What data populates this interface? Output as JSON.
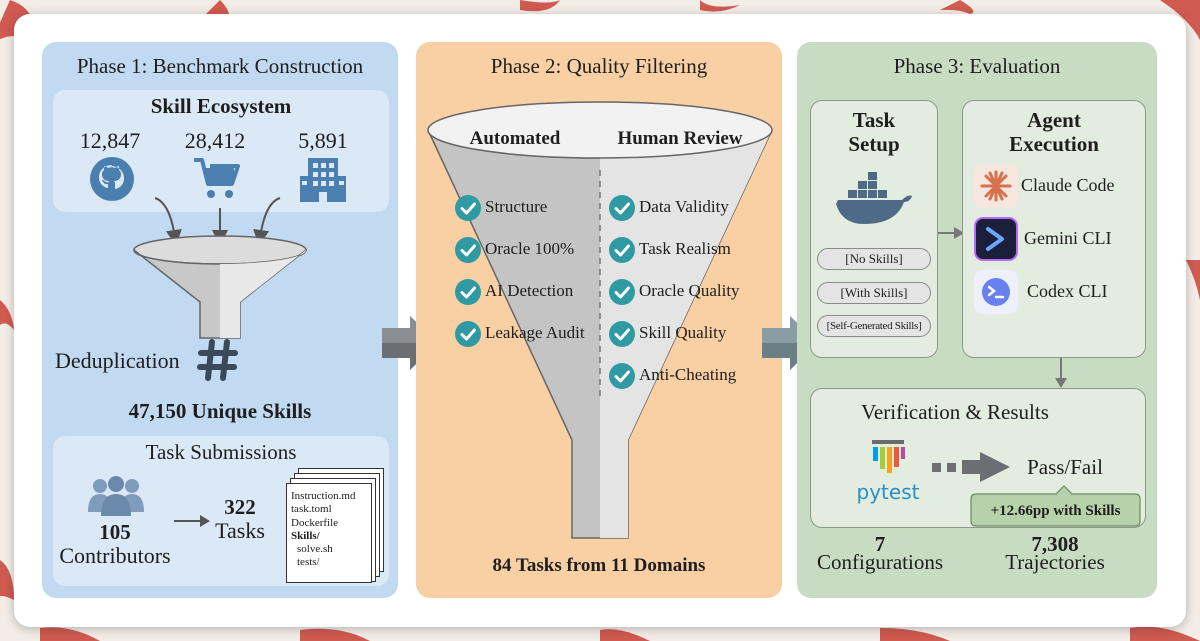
{
  "phase1": {
    "title": "Phase 1: Benchmark Construction",
    "ecosystem": {
      "title": "Skill Ecosystem",
      "sources": [
        {
          "count": "12,847",
          "icon": "github-icon"
        },
        {
          "count": "28,412",
          "icon": "shopping-cart-icon"
        },
        {
          "count": "5,891",
          "icon": "building-icon"
        }
      ]
    },
    "dedup_label": "Deduplication",
    "unique_skills": "47,150 Unique Skills",
    "submissions": {
      "title": "Task Submissions",
      "contributors_count": "105",
      "contributors_label": "Contributors",
      "tasks_count": "322",
      "tasks_label": "Tasks",
      "files": [
        "Instruction.md",
        "task.toml",
        "Dockerfile",
        "Skills/",
        "solve.sh",
        "tests/"
      ]
    }
  },
  "phase2": {
    "title": "Phase 2: Quality Filtering",
    "automated_title": "Automated",
    "human_title": "Human Review",
    "automated": [
      "Structure",
      "Oracle 100%",
      "AI Detection",
      "Leakage Audit"
    ],
    "human": [
      "Data Validity",
      "Task Realism",
      "Oracle Quality",
      "Skill Quality",
      "Anti-Cheating"
    ],
    "result": "84 Tasks from 11 Domains"
  },
  "phase3": {
    "title": "Phase 3: Evaluation",
    "task_setup": {
      "title_line1": "Task",
      "title_line2": "Setup",
      "conditions": [
        "[No Skills]",
        "[With Skills]",
        "[Self-Generated Skills]"
      ]
    },
    "agent": {
      "title_line1": "Agent",
      "title_line2": "Execution",
      "agents": [
        "Claude Code",
        "Gemini CLI",
        "Codex CLI"
      ]
    },
    "verification": {
      "title": "Verification & Results",
      "pytest_label": "pytest",
      "outcome": "Pass/Fail",
      "gain": "+12.66pp with Skills",
      "configs_count": "7",
      "configs_label": "Configurations",
      "traj_count": "7,308",
      "traj_label": "Trajectories"
    }
  },
  "colors": {
    "phase1": "#c1d9f1",
    "phase2": "#f9cfa4",
    "phase3": "#c7dcc2",
    "check": "#2f9aa2",
    "accent_red": "#c94236"
  }
}
